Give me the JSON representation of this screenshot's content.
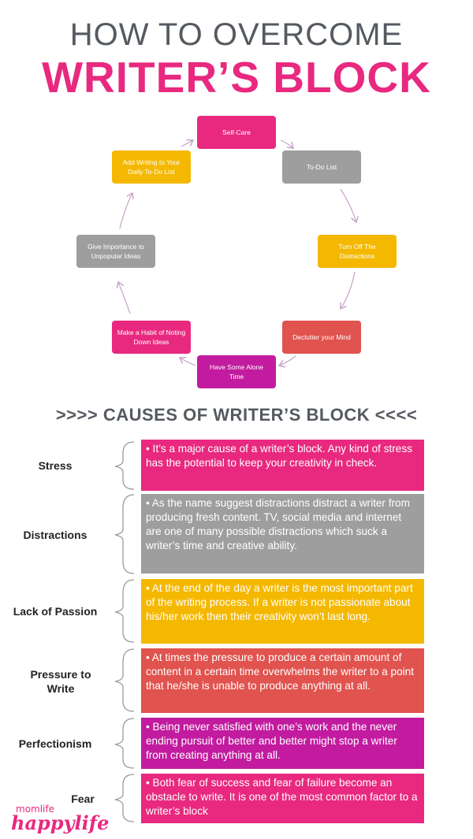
{
  "title_line1": "HOW TO OVERCOME",
  "title_line2": "WRITER’S BLOCK",
  "cycle": [
    {
      "label": "Self-Care",
      "color": "#e8297f"
    },
    {
      "label": "To-Do List",
      "color": "#9e9e9e"
    },
    {
      "label": "Turn Off The Distractions",
      "color": "#f5b800"
    },
    {
      "label": "Declutter your Mind",
      "color": "#e0534e"
    },
    {
      "label": "Have Some Alone Time",
      "color": "#c21b9f"
    },
    {
      "label": "Make a Habit of Noting Down Ideas",
      "color": "#e8297f"
    },
    {
      "label": "Give Importance to Unpopular Ideas",
      "color": "#9e9e9e"
    },
    {
      "label": "Add Writing to Your Daily To-Do List",
      "color": "#f5b800"
    }
  ],
  "causes_title": ">>>> CAUSES OF WRITER’S BLOCK <<<<",
  "causes": [
    {
      "label": "Stress",
      "text": "• It’s a major cause of a writer’s block. Any kind of stress has the potential to keep your creativity in check.",
      "color": "#e8297f"
    },
    {
      "label": "Distractions",
      "text": "• As the name suggest distractions distract a writer from producing fresh content. TV, social media and internet are one of many possible distractions which suck a writer’s time and creative ability.",
      "color": "#9e9e9e"
    },
    {
      "label": "Lack of Passion",
      "text": "• At the end of the day a writer is the most important part of the writing process. If a writer is not passionate about his/her work then their creativity won’t last long.",
      "color": "#f5b800"
    },
    {
      "label": "Pressure to Write",
      "text": "• At times the pressure to produce a certain amount of content in a certain time overwhelms the writer to a point that he/she is unable to produce anything at all.",
      "color": "#e0534e"
    },
    {
      "label": "Perfectionism",
      "text": "• Being never satisfied with one’s work and the never ending pursuit of better and better might stop a writer from creating anything at all.",
      "color": "#c21b9f"
    },
    {
      "label": "Fear",
      "text": "• Both fear of success and fear of failure become an obstacle to write. It is one of the most common factor to a writer’s block",
      "color": "#e8297f"
    }
  ],
  "logo": {
    "line1": "momlife",
    "line2": "happylife"
  }
}
